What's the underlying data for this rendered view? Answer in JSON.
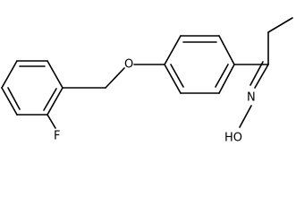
{
  "molecule": {
    "atoms": {
      "oxygen_ether": "O",
      "fluorine": "F",
      "hydroxyl": "HO",
      "nitrogen": "N"
    }
  }
}
